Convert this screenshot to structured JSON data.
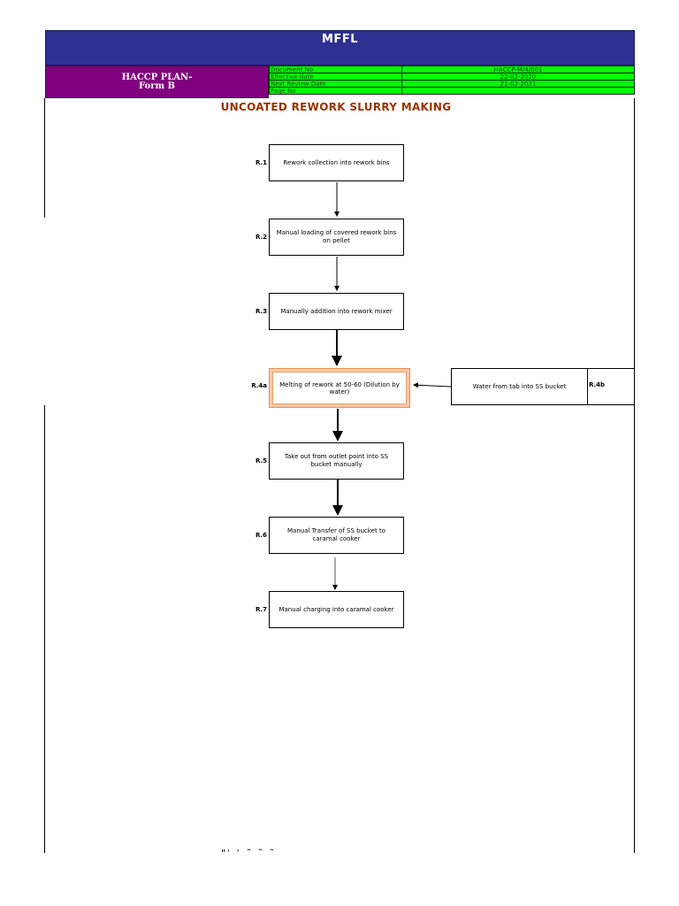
{
  "header": {
    "company": "MFFL",
    "plan_line1": "HACCP PLAN-",
    "plan_line2": "Form B"
  },
  "meta": [
    {
      "label": "Document No.",
      "value": "HACCP-M/4/001"
    },
    {
      "label": "Effective date",
      "value": "22-02-2020"
    },
    {
      "label": "Next Review Date",
      "value": "21-02-2021"
    },
    {
      "label": "Page No",
      "value": ""
    }
  ],
  "flow": {
    "title": "UNCOATED REWORK SLURRY MAKING",
    "steps": [
      {
        "label": "R.1",
        "text": "Rework collection into rework bins"
      },
      {
        "label": "R.2",
        "text": "Manual loading of covered rework bins on pellet"
      },
      {
        "label": "R.3",
        "text": "Manually addition into rework mixer"
      },
      {
        "label": "R.4a",
        "text": "Melting of rework at 50-60 (Dilution by water)"
      },
      {
        "label": "R.5",
        "text": "Take out from outlet point into SS bucket manually"
      },
      {
        "label": "R.6",
        "text": "Manual Transfer of  SS bucket to caramal cooker"
      },
      {
        "label": "R.7",
        "text": "Manual charging into caramal cooker"
      }
    ],
    "side_input": {
      "label": "R.4b",
      "text": "Water from tab into SS bucket"
    }
  },
  "colors": {
    "title_bar": "#2e3192",
    "plan_cell": "#800080",
    "meta_cells": "#00ff00",
    "heading": "#993300",
    "highlight": "#f6c9a6"
  },
  "footer": {
    "marks": "\"ʿ         ʿ              ˜          ˜              ˜"
  }
}
